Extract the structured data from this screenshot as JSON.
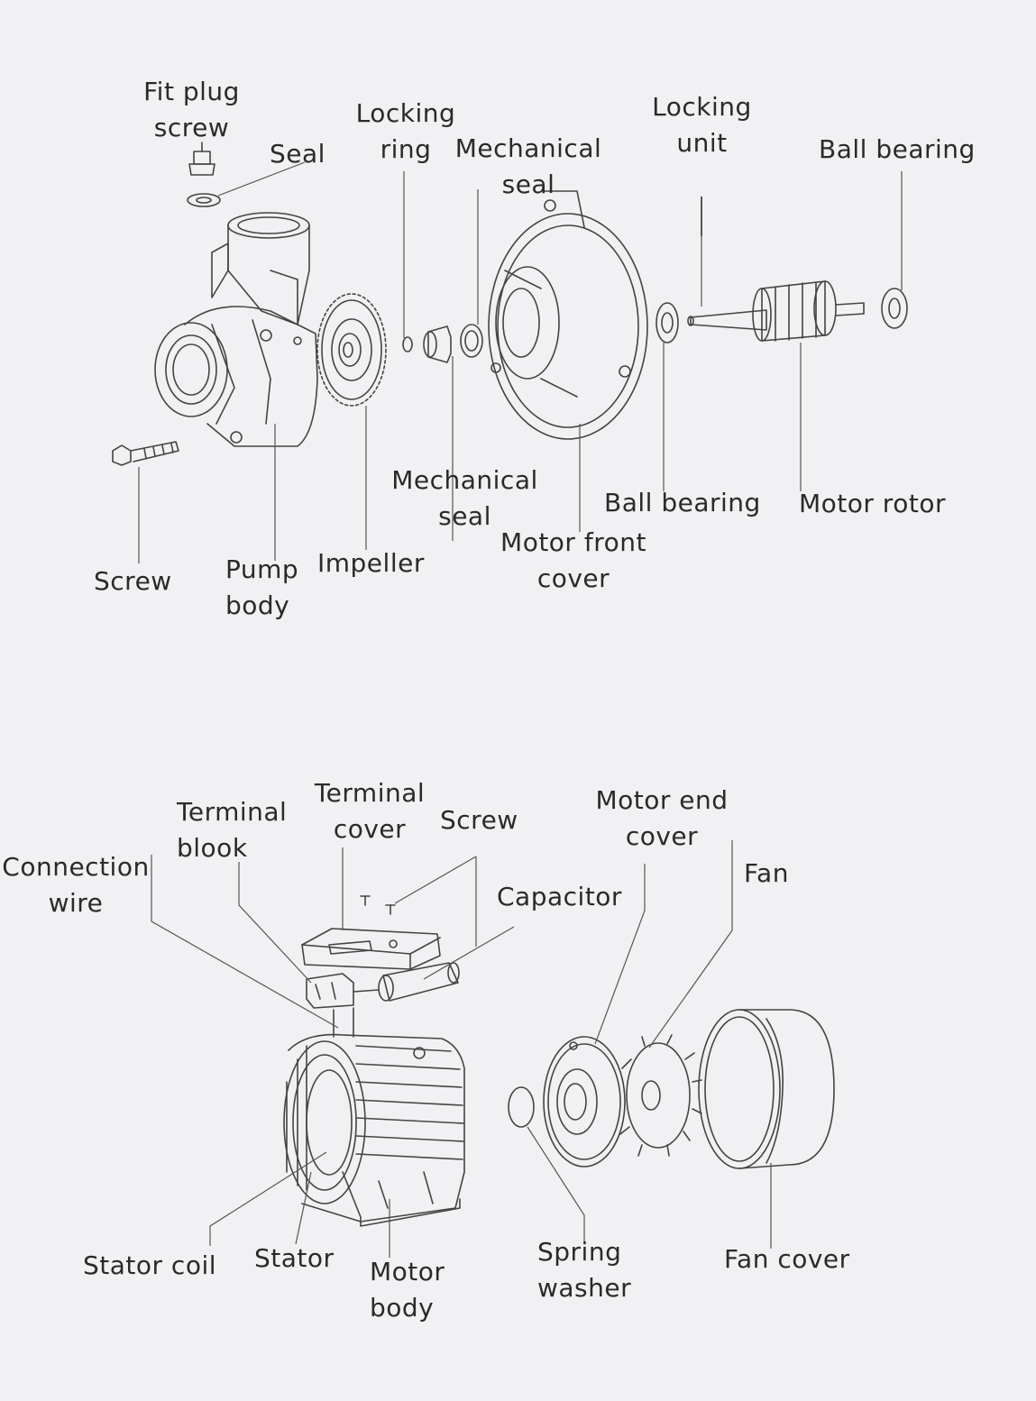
{
  "pump_labels": {
    "fit_plug_screw": [
      "Fit plug",
      "screw"
    ],
    "seal": [
      "Seal"
    ],
    "locking_ring": [
      "Locking",
      "ring"
    ],
    "mechanical_seal_top": [
      "Mechanical",
      "seal"
    ],
    "locking_unit": [
      "Locking",
      "unit"
    ],
    "ball_bearing_top": [
      "Ball bearing"
    ],
    "mechanical_seal_bottom": [
      "Mechanical",
      "seal"
    ],
    "ball_bearing_bottom": [
      "Ball bearing"
    ],
    "motor_rotor": [
      "Motor rotor"
    ],
    "motor_front_cover": [
      "Motor front",
      "cover"
    ],
    "screw": [
      "Screw"
    ],
    "pump_body": [
      "Pump",
      "body"
    ],
    "impeller": [
      "Impeller"
    ]
  },
  "motor_labels": {
    "connection_wire": [
      "Connection",
      "wire"
    ],
    "terminal_blook": [
      "Terminal",
      "blook"
    ],
    "terminal_cover": [
      "Terminal",
      "cover"
    ],
    "screw": [
      "Screw"
    ],
    "motor_end_cover": [
      "Motor end",
      "cover"
    ],
    "fan": [
      "Fan"
    ],
    "capacitor": [
      "Capacitor"
    ],
    "stator_coil": [
      "Stator coil"
    ],
    "stator": [
      "Stator"
    ],
    "motor_body": [
      "Motor",
      "body"
    ],
    "spring_washer": [
      "Spring",
      "washer"
    ],
    "fan_cover": [
      "Fan cover"
    ]
  }
}
